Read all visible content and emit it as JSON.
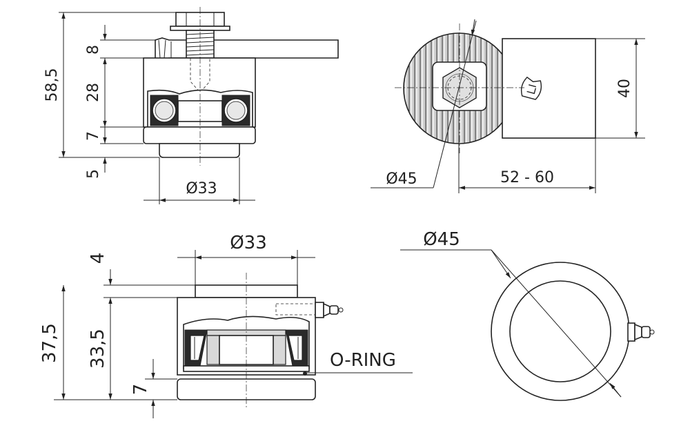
{
  "title": "Swivel joint technical drawing",
  "views": {
    "front_top": {
      "dim_total_height": "58,5",
      "dim_plate": "8",
      "dim_body": "28",
      "dim_flange": "7",
      "dim_spigot": "5",
      "dim_diameter": "Ø33"
    },
    "plan_top": {
      "dim_width": "40",
      "dim_diameter": "Ø45",
      "dim_length": "52 - 60"
    },
    "section_bottom": {
      "dim_diameter": "Ø33",
      "dim_top": "4",
      "dim_total": "37,5",
      "dim_body": "33,5",
      "dim_flange": "7",
      "label_oring": "O-RING"
    },
    "plan_bottom": {
      "dim_diameter": "Ø45"
    }
  }
}
